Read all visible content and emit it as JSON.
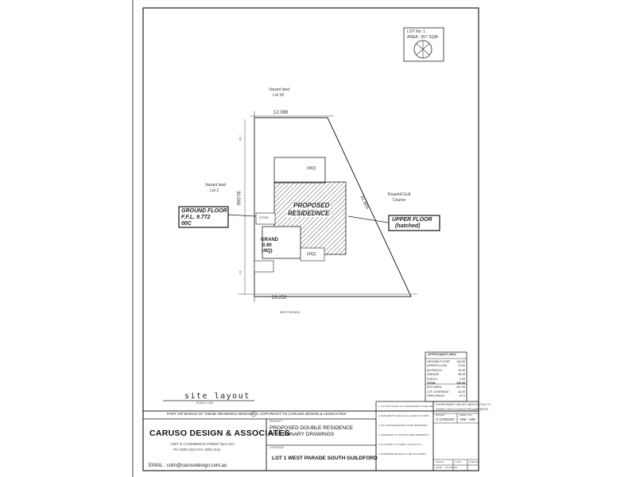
{
  "lot": {
    "number": "LOT No: 1",
    "area": "AREA : 357 SQM"
  },
  "neighbours": {
    "north_vacant": "Vacant land",
    "north_lot": "Lot 18",
    "west_vacant": "Vacant land",
    "west_lot": "Lot 2",
    "east_name": "Rosehill Golf",
    "east_sub": "Course"
  },
  "dimensions": {
    "top": "12.088",
    "bottom": "23.252",
    "left": "30.000",
    "right": "31.605",
    "setback_top": "7.00",
    "setback_bottom": "3.0"
  },
  "plan_labels": {
    "residence_line1": "PROPOSED",
    "residence_line2": "RESIDEDNCE",
    "garage_top": "(4IQ)",
    "garage_mid": "(4IQ)",
    "grand_line1": "GRAND",
    "grand_line2": "0.90",
    "grand_line3": "(4IQ)",
    "store": "STORE",
    "street": "WEST PARADE"
  },
  "callouts": {
    "ground_line1": "GROUND FLOOR",
    "ground_line2": "F.F.L. 9.772",
    "ground_line3": "00C",
    "upper_line1": "UPPER FLOOR",
    "upper_line2": "(hatched)"
  },
  "areas_table": {
    "title": "APPROXIMATE AREA",
    "rows": [
      {
        "label": "GROUND FLOOR",
        "value": "104.00"
      },
      {
        "label": "UPPER FLOOR",
        "value": "72.00"
      },
      {
        "label": "ALFRESCO",
        "value": "16.00"
      },
      {
        "label": "GARAGE",
        "value": "36.00"
      },
      {
        "label": "PORCH",
        "value": "4.00"
      },
      {
        "label": "TOTAL",
        "value": "232.00"
      },
      {
        "label": "SITE AREA",
        "value": "357.00"
      },
      {
        "label": "LOT COVERAGE",
        "value": "43.00"
      },
      {
        "label": "OPEN SPACE",
        "value": "57.0"
      }
    ]
  },
  "site_layout": {
    "title": "site layout",
    "scale": "SCALE 1:200"
  },
  "title_block": {
    "copyright": "PART OR WHOLE OF THESE DRAWINGS REMAINS © COPYRIGHT TO CARUSO DESIGN & ASSOCIATES",
    "company": "CARUSO DESIGN & ASSOCIATES",
    "address": "UNIT 2/ 2 COMMERCE STREET MALAGA",
    "phone": "PH: 9209 2422   FAX: 9209 2444",
    "email": "EMAIL : colin@carusodesign.com.au",
    "project_label": "PROJECT",
    "project_line1": "PROPOSED DOUBLE RESIDENCE",
    "project_line2": "PRELIMINARY DRAWINGS",
    "location_label": "LOCATION",
    "location": "LOT 1 WEST PARADE SOUTH GUILDFORD",
    "notes": [
      "1. DO NOT SCALE. ALL DIMENSIONS TO BE CHECKED",
      "2. BUILDER TO CHECK ALL LEVELS ON SITE",
      "3. ANY DISCREPANCIES TO BE REPORTED",
      "4. DRAINAGE TO COUNCIL REQUIREMENTS",
      "5. ALL WORK TO COMPLY WITH B.C.A.",
      "6. ENGINEER DETAILS TO BE FOLLOWED"
    ],
    "environment": "ENVIRONMENT HAS NOT BEEN SETOUT TO",
    "council": "COMPLY WITH COUNCIL REQUIREMENTS",
    "drawn_label": "DRAWN",
    "drawn": "C.CARUSO",
    "sheet_label": "SHEET NO.",
    "sheet": "A05 - A06",
    "date_label": "DATE",
    "date": "25 NOV 08",
    "scale_label": "SCALE",
    "scale": "1:200",
    "job_label": "JOB NO."
  }
}
